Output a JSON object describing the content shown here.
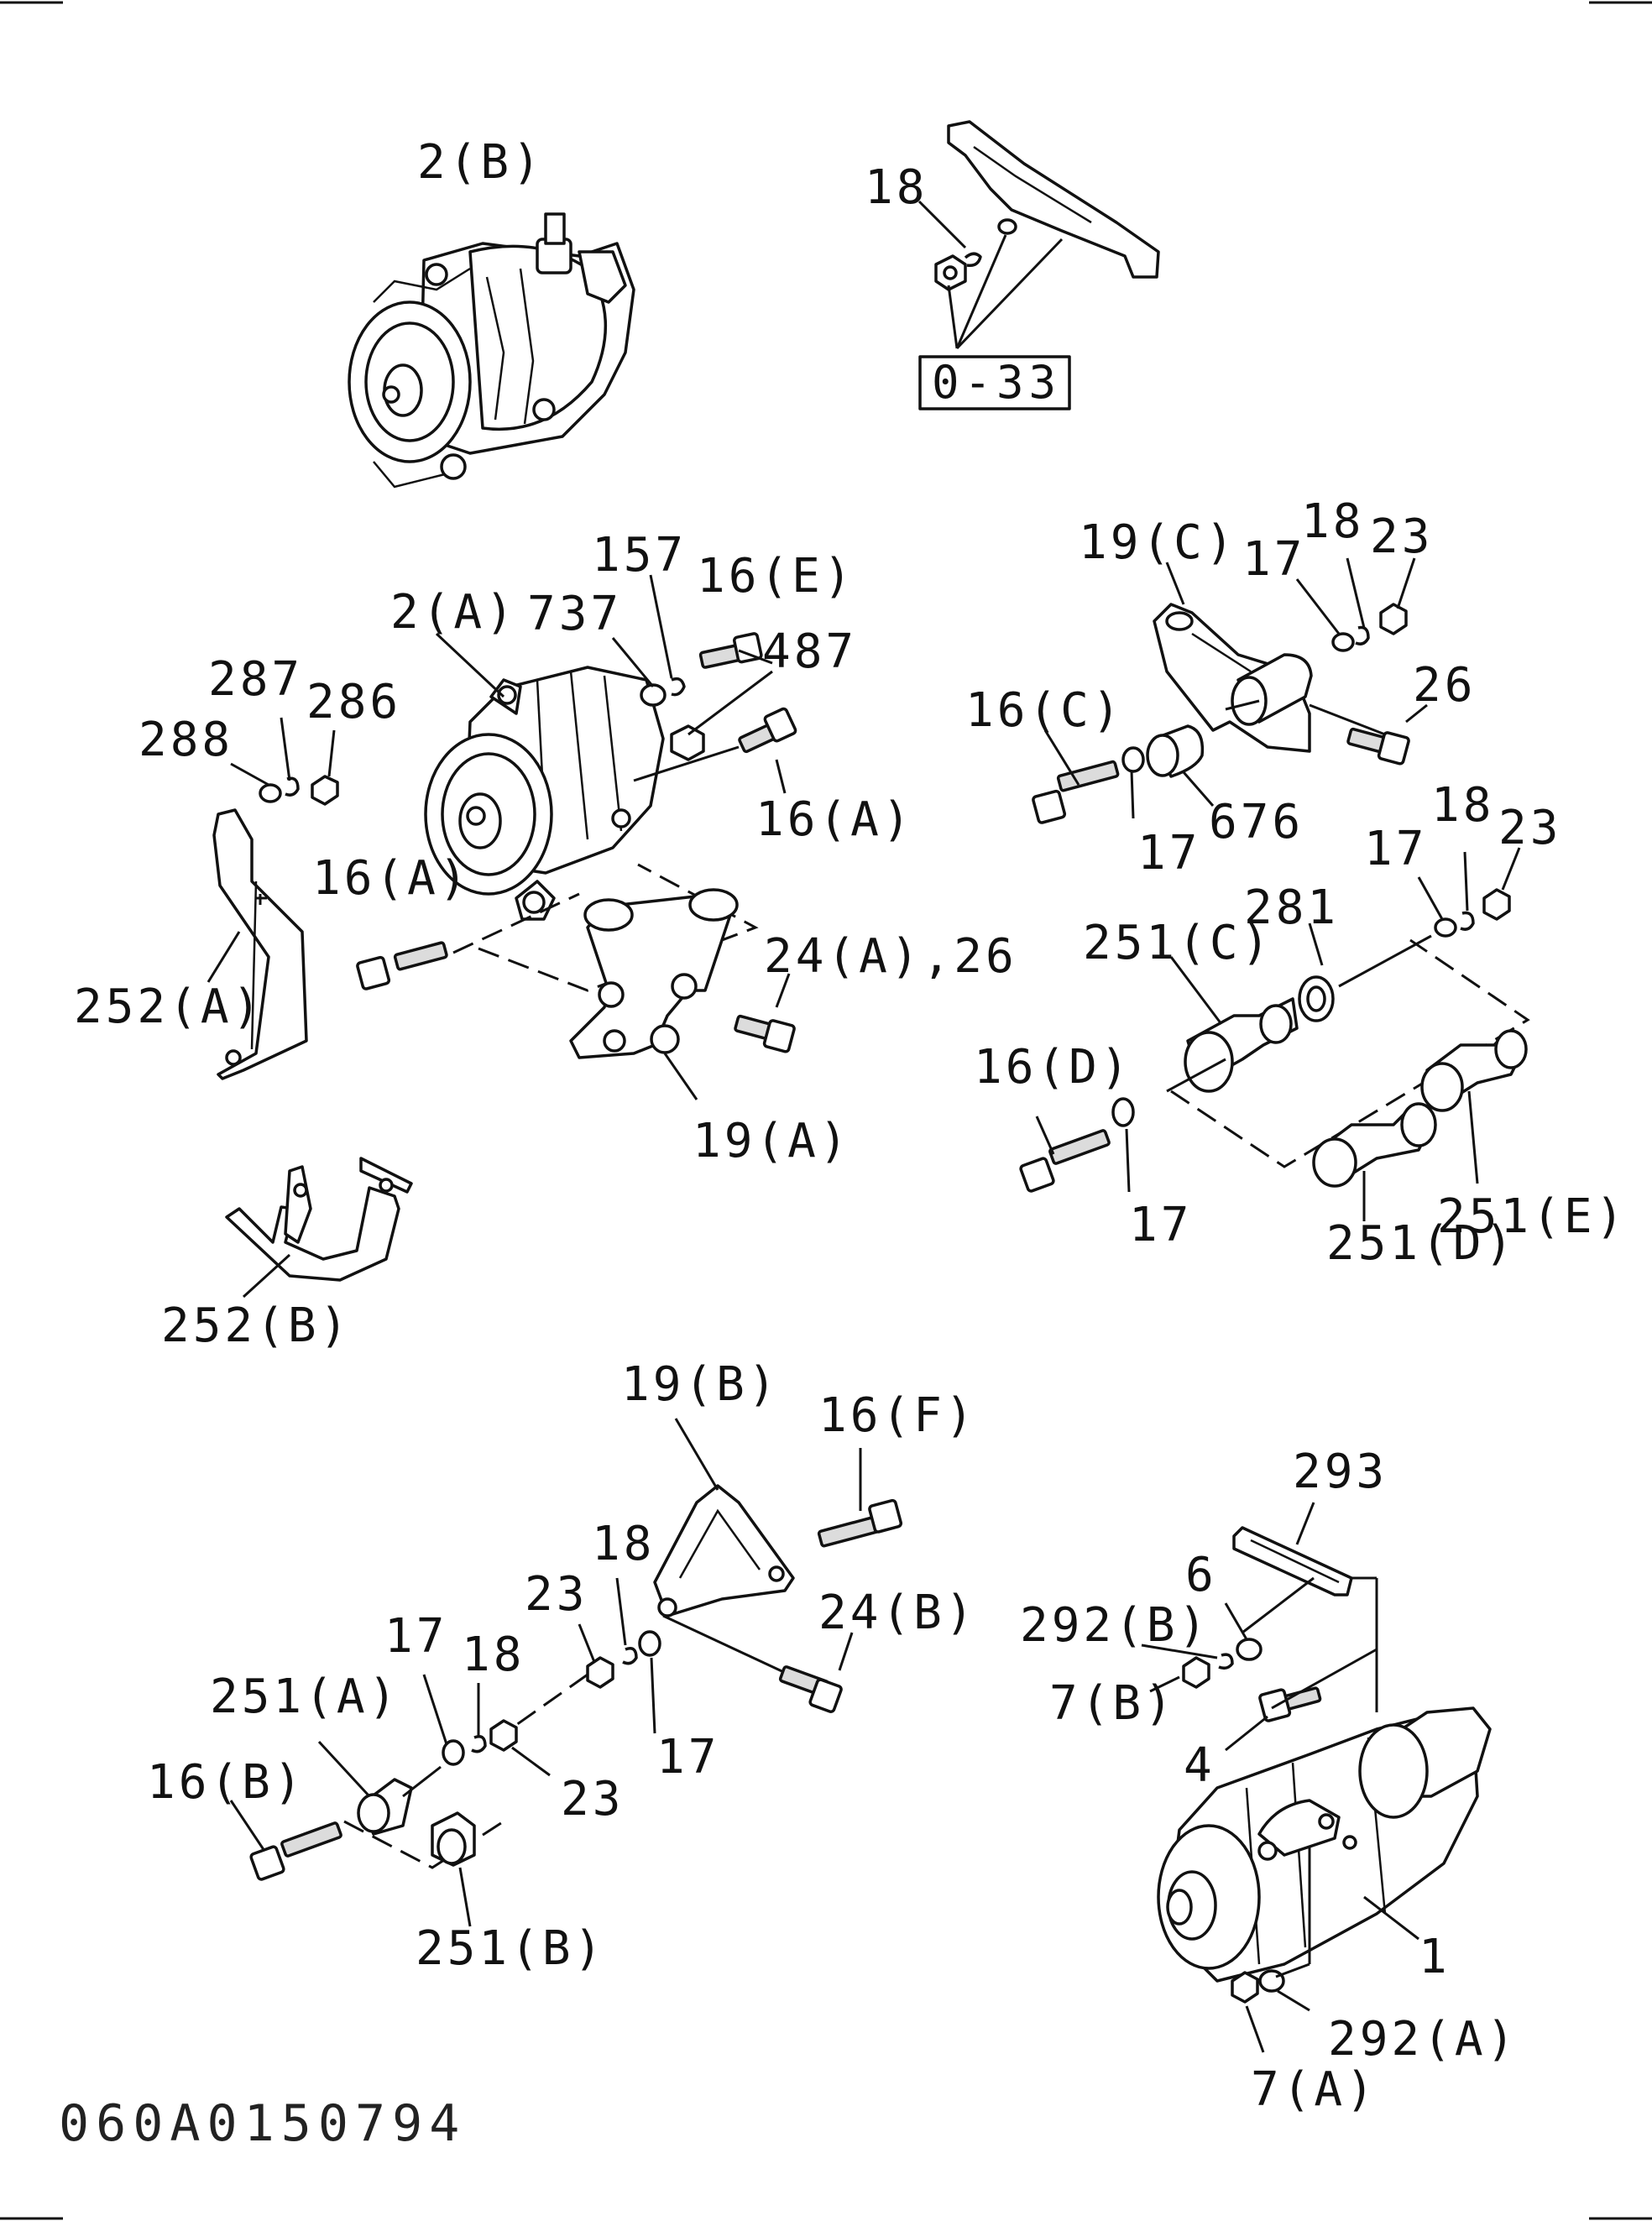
{
  "diagram_code": "060A0150794",
  "reference_box": "0-33",
  "labels": {
    "alt_b": "2(B)",
    "bracket_18": "18",
    "alt_a": "2(A)",
    "p157": "157",
    "p737": "737",
    "p16e": "16(E)",
    "p487": "487",
    "p287": "287",
    "p286": "286",
    "p288": "288",
    "p16a_right": "16(A)",
    "p16a_left": "16(A)",
    "p252a": "252(A)",
    "p24a26": "24(A),26",
    "p19a": "19(A)",
    "p252b": "252(B)",
    "p19c": "19(C)",
    "p18_top": "18",
    "p23_top": "23",
    "p17_top": "17",
    "p26": "26",
    "p16c": "16(C)",
    "p17_c": "17",
    "p676": "676",
    "p18_mid": "18",
    "p23_mid": "23",
    "p17_mid": "17",
    "p281": "281",
    "p251c": "251(C)",
    "p16d": "16(D)",
    "p17_d": "17",
    "p251e": "251(E)",
    "p251d": "251(D)",
    "p19b": "19(B)",
    "p16f": "16(F)",
    "p18_b": "18",
    "p23_b": "23",
    "p24b": "24(B)",
    "p17_b1": "17",
    "p18_b2": "18",
    "p17_b2": "17",
    "p251a": "251(A)",
    "p23_b2": "23",
    "p16b": "16(B)",
    "p251b": "251(B)",
    "p293": "293",
    "p6": "6",
    "p292b": "292(B)",
    "p7b": "7(B)",
    "p4": "4",
    "p1": "1",
    "p292a": "292(A)",
    "p7a": "7(A)"
  }
}
